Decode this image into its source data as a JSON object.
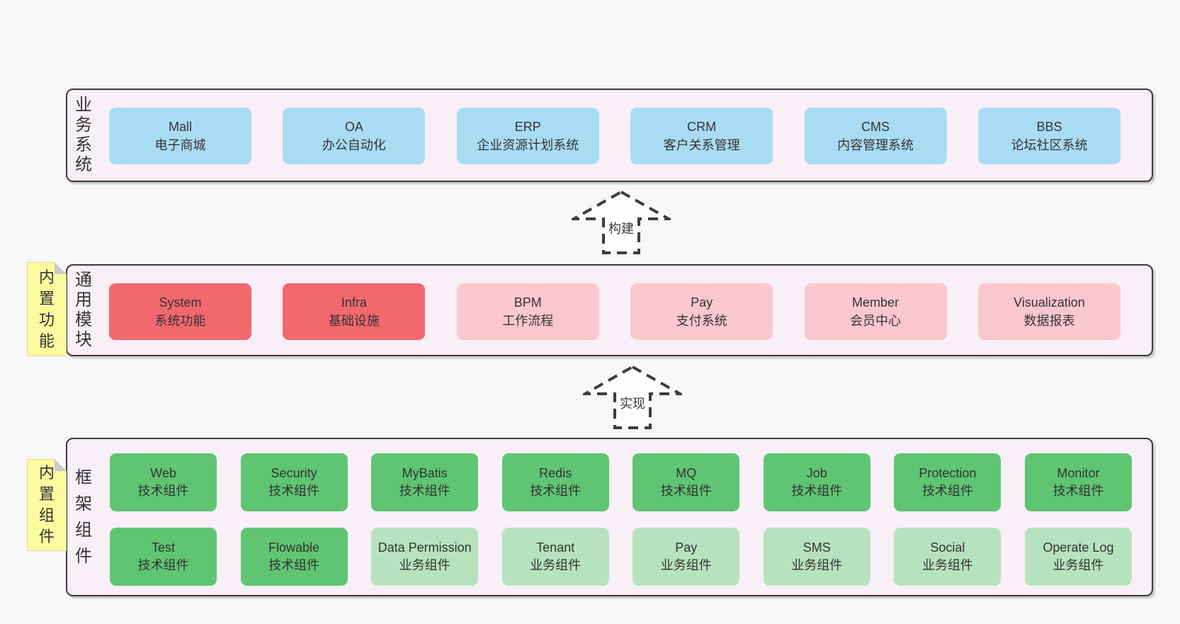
{
  "diagram": {
    "colors": {
      "page_bg": "#f7f7f8",
      "band_bg": "#f9eff7",
      "band_border": "#3a3a3a",
      "blue": "#a9dcf3",
      "red": "#f2686d",
      "pink": "#fbc7cf",
      "green_dark": "#5fc573",
      "green_light": "#b6e3be",
      "sticky_yellow": "#fbfa9e",
      "sticky_fold": "#c9c9c9",
      "arrow_stroke": "#3d3d3d",
      "arrow_fill": "#fdfdfd",
      "text": "#333333"
    },
    "arrows": [
      {
        "label": "构建"
      },
      {
        "label": "实现"
      }
    ],
    "bands": [
      {
        "name": "business-systems",
        "side_label": "业务系统",
        "sticky": "",
        "rows": [
          [
            {
              "title": "Mall",
              "subtitle": "电子商城",
              "variant": "blue"
            },
            {
              "title": "OA",
              "subtitle": "办公自动化",
              "variant": "blue"
            },
            {
              "title": "ERP",
              "subtitle": "企业资源计划系统",
              "variant": "blue"
            },
            {
              "title": "CRM",
              "subtitle": "客户关系管理",
              "variant": "blue"
            },
            {
              "title": "CMS",
              "subtitle": "内容管理系统",
              "variant": "blue"
            },
            {
              "title": "BBS",
              "subtitle": "论坛社区系统",
              "variant": "blue"
            }
          ]
        ]
      },
      {
        "name": "common-modules",
        "side_label": "通用模块",
        "sticky": "内置功能",
        "rows": [
          [
            {
              "title": "System",
              "subtitle": "系统功能",
              "variant": "red"
            },
            {
              "title": "Infra",
              "subtitle": "基础设施",
              "variant": "red"
            },
            {
              "title": "BPM",
              "subtitle": "工作流程",
              "variant": "pink"
            },
            {
              "title": "Pay",
              "subtitle": "支付系统",
              "variant": "pink"
            },
            {
              "title": "Member",
              "subtitle": "会员中心",
              "variant": "pink"
            },
            {
              "title": "Visualization",
              "subtitle": "数据报表",
              "variant": "pink"
            }
          ]
        ]
      },
      {
        "name": "framework-components",
        "side_label": "框架组件",
        "sticky": "内置组件",
        "rows": [
          [
            {
              "title": "Web",
              "subtitle": "技术组件",
              "variant": "green_dark"
            },
            {
              "title": "Security",
              "subtitle": "技术组件",
              "variant": "green_dark"
            },
            {
              "title": "MyBatis",
              "subtitle": "技术组件",
              "variant": "green_dark"
            },
            {
              "title": "Redis",
              "subtitle": "技术组件",
              "variant": "green_dark"
            },
            {
              "title": "MQ",
              "subtitle": "技术组件",
              "variant": "green_dark"
            },
            {
              "title": "Job",
              "subtitle": "技术组件",
              "variant": "green_dark"
            },
            {
              "title": "Protection",
              "subtitle": "技术组件",
              "variant": "green_dark"
            },
            {
              "title": "Monitor",
              "subtitle": "技术组件",
              "variant": "green_dark"
            }
          ],
          [
            {
              "title": "Test",
              "subtitle": "技术组件",
              "variant": "green_dark"
            },
            {
              "title": "Flowable",
              "subtitle": "技术组件",
              "variant": "green_dark"
            },
            {
              "title": "Data Permission",
              "subtitle": "业务组件",
              "variant": "green_light"
            },
            {
              "title": "Tenant",
              "subtitle": "业务组件",
              "variant": "green_light"
            },
            {
              "title": "Pay",
              "subtitle": "业务组件",
              "variant": "green_light"
            },
            {
              "title": "SMS",
              "subtitle": "业务组件",
              "variant": "green_light"
            },
            {
              "title": "Social",
              "subtitle": "业务组件",
              "variant": "green_light"
            },
            {
              "title": "Operate Log",
              "subtitle": "业务组件",
              "variant": "green_light"
            }
          ]
        ]
      }
    ]
  }
}
